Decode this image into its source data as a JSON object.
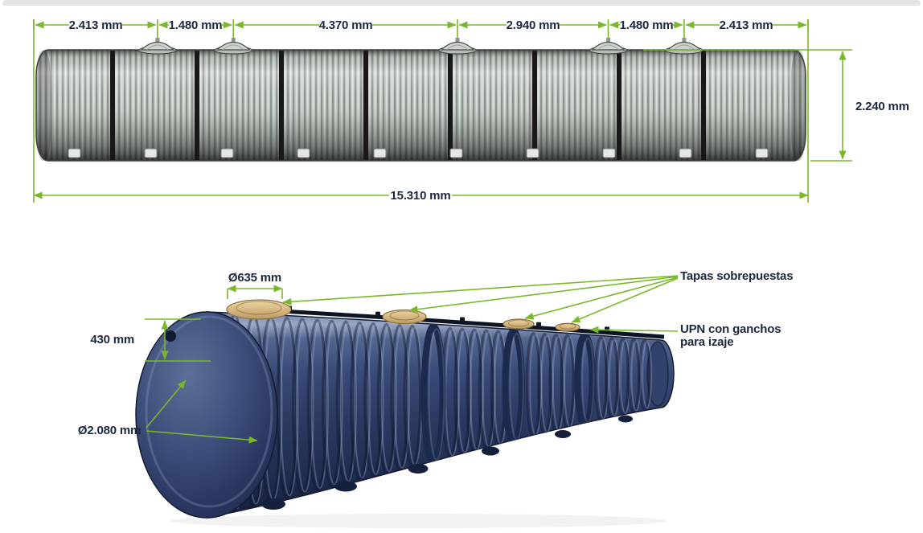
{
  "colors": {
    "dimension_green": "#79b82a",
    "label_text": "#1c2840",
    "tank_gray": "#bcc2bc",
    "tank_blue": "#2c3a62",
    "lid_tan": "#d9ba84"
  },
  "elevation": {
    "segments": [
      {
        "label": "2.413 mm"
      },
      {
        "label": "1.480 mm"
      },
      {
        "label": "4.370 mm"
      },
      {
        "label": "2.940 mm"
      },
      {
        "label": "1.480 mm"
      },
      {
        "label": "2.413 mm"
      }
    ],
    "height": "2.240 mm",
    "total_length": "15.310 mm"
  },
  "perspective": {
    "lid_diameter": "Ø635 mm",
    "riser_height": "430 mm",
    "tank_diameter": "Ø2.080 mm",
    "lids_label": "Tapas sobrepuestas",
    "upn_label_line1": "UPN con ganchos",
    "upn_label_line2": "para izaje"
  }
}
